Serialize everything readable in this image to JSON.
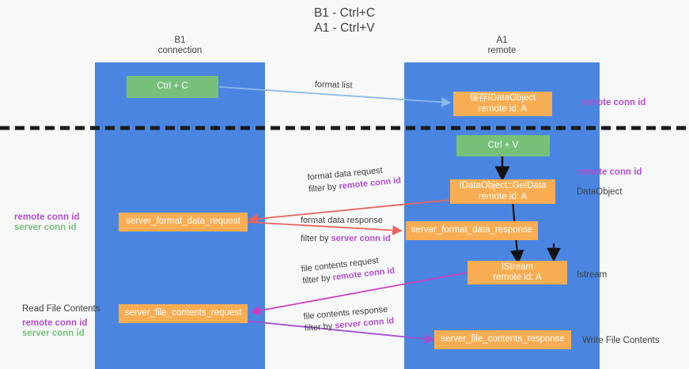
{
  "title": {
    "line1": "B1 - Ctrl+C",
    "line2": "A1 - Ctrl+V"
  },
  "lanes": [
    {
      "name": "b1",
      "title": "B1",
      "subtitle": "connection",
      "color": "#4a86e1"
    },
    {
      "name": "a1",
      "title": "A1",
      "subtitle": "remote",
      "color": "#4a86e1"
    }
  ],
  "colors": {
    "lane": "#4a86e1",
    "box_orange": "#f9ad52",
    "box_green": "#76c07a",
    "accent_purple": "#b14fce",
    "accent_green": "#76c07a",
    "arrow_blue": "#8bb8e8",
    "arrow_red": "#e8645c",
    "arrow_magenta": "#cc3fc0",
    "arrow_purple": "#a24fd0",
    "arrow_black": "#000000",
    "divider": "#1a1a1a",
    "background": "#f7f8f8",
    "text": "#3d4043"
  },
  "boxes": {
    "ctrl_c": {
      "label": "Ctrl + C",
      "style": "green"
    },
    "save_idataobject": {
      "line1": "保存IDataObject",
      "line2": "remote id: A",
      "style": "orange"
    },
    "ctrl_v": {
      "label": "Ctrl + V",
      "style": "green"
    },
    "getdata": {
      "line1": "IDataObject::GetData",
      "line2": "remote id: A",
      "style": "orange"
    },
    "server_format_data_request": {
      "label": "server_format_data_request",
      "style": "orange"
    },
    "server_format_data_response": {
      "label": "server_format_data_response",
      "style": "orange"
    },
    "istream": {
      "line1": "IStream",
      "line2": "remote id: A",
      "style": "orange"
    },
    "server_file_contents_request": {
      "label": "server_file_contents_request",
      "style": "orange"
    },
    "server_file_contents_response": {
      "label": "server_file_contents_response",
      "style": "orange"
    }
  },
  "arrow_captions": {
    "format_list": {
      "text": "format list"
    },
    "format_data_request": {
      "line1": "format data request",
      "line2_prefix": "filter by ",
      "line2_accent": "remote conn id"
    },
    "format_data_response": {
      "line1": "format data response",
      "line2_prefix": "filter by ",
      "line2_accent": "server conn id"
    },
    "file_contents_request": {
      "line1": "file contents request",
      "line2_prefix": "filter by ",
      "line2_accent": "remote conn id"
    },
    "file_contents_response": {
      "line1": "file contents response",
      "line2_prefix": "filter by ",
      "line2_accent": "server conn id"
    }
  },
  "right_labels": {
    "remote_conn_id_top": "remote conn id",
    "remote_conn_id_mid": "remote conn id",
    "dataobject": "DataObject",
    "istream": "Istream",
    "write_file_contents": "Write File Contents"
  },
  "left_labels": {
    "remote_conn_id_mid": "remote conn id",
    "server_conn_id_mid": "server conn id",
    "read_file_contents": "Read File Contents",
    "remote_conn_id_bottom": "remote conn id",
    "server_conn_id_bottom": "server conn id"
  }
}
